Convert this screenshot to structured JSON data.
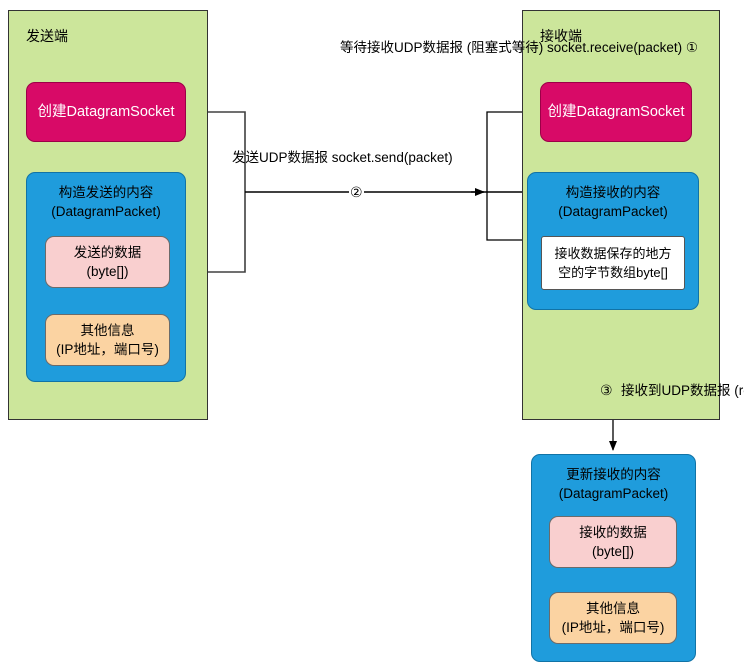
{
  "diagram": {
    "title_sender": "发送端",
    "title_receiver": "接收端",
    "palette": {
      "panel_green": "#CCE69B",
      "socket_magenta": "#D80A67",
      "packet_blue": "#1F9CDC",
      "data_pink": "#F9CFCF",
      "info_orange": "#FBD3A2",
      "buffer_white": "#FFFFFF",
      "line": "#333333"
    }
  },
  "sender": {
    "panel_title": "发送端",
    "socket_box": {
      "label": "创建DatagramSocket"
    },
    "packet_box": {
      "line1": "构造发送的内容",
      "line2": "(DatagramPacket)"
    },
    "data_box": {
      "line1": "发送的数据",
      "line2": "(byte[])"
    },
    "info_box": {
      "line1": "其他信息",
      "line2": "(IP地址，端口号)"
    }
  },
  "receiver": {
    "panel_title": "接收端",
    "socket_box": {
      "label": "创建DatagramSocket"
    },
    "packet_box": {
      "line1": "构造接收的内容",
      "line2": "(DatagramPacket)"
    },
    "buffer_box": {
      "line1": "接收数据保存的地方",
      "line2": "空的字节数组byte[]"
    }
  },
  "updated_packet": {
    "header_line1": "更新接收的内容",
    "header_line2": "(DatagramPacket)",
    "data_box": {
      "line1": "接收的数据",
      "line2": "(byte[])"
    },
    "info_box": {
      "line1": "其他信息",
      "line2": "(IP地址，端口号)"
    }
  },
  "annotations": {
    "wait_receive": {
      "line1": "等待接收UDP数据报",
      "line2": "(阻塞式等待)",
      "line3": "socket.receive(packet)",
      "step": "①"
    },
    "send_packet": {
      "line1": "发送UDP数据报",
      "line2": "socket.send(packet)",
      "step": "②"
    },
    "received_packet": {
      "step": "③",
      "line1": "接收到UDP数据报",
      "line2": "(receive向下执行)"
    }
  }
}
